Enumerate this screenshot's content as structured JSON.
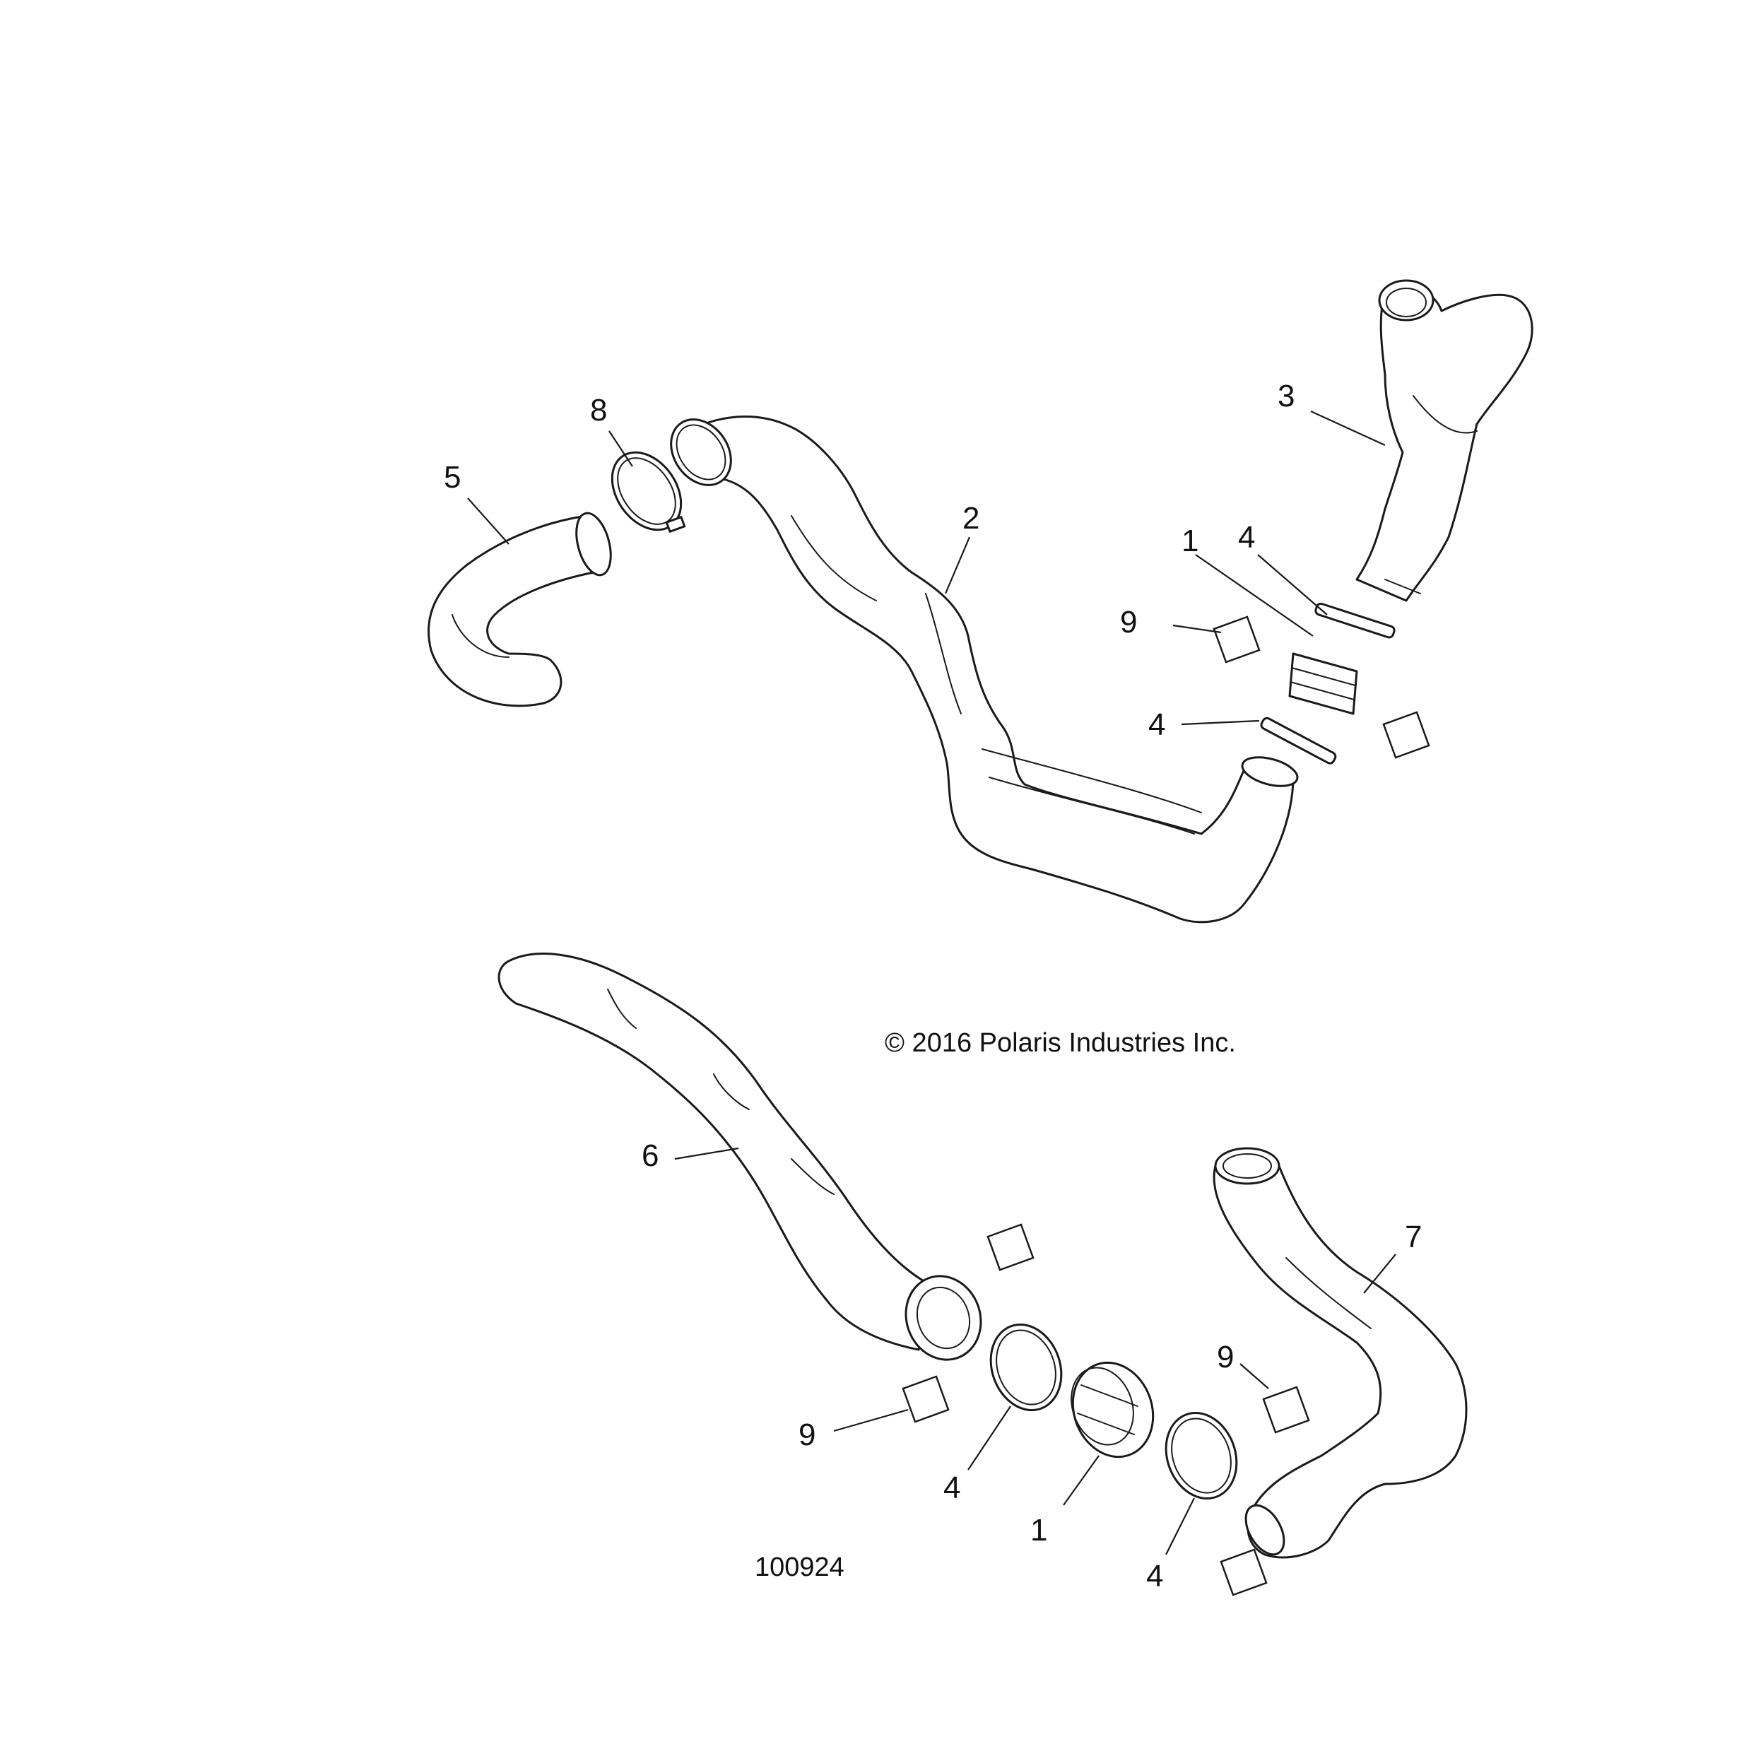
{
  "diagram": {
    "callouts": {
      "c1a": "1",
      "c1b": "1",
      "c2": "2",
      "c3": "3",
      "c4a": "4",
      "c4b": "4",
      "c4c": "4",
      "c4d": "4",
      "c5": "5",
      "c6": "6",
      "c7": "7",
      "c8": "8",
      "c9a": "9",
      "c9b": "9",
      "c9c": "9"
    },
    "copyright": "© 2016 Polaris Industries Inc.",
    "figure_number": "100924"
  }
}
